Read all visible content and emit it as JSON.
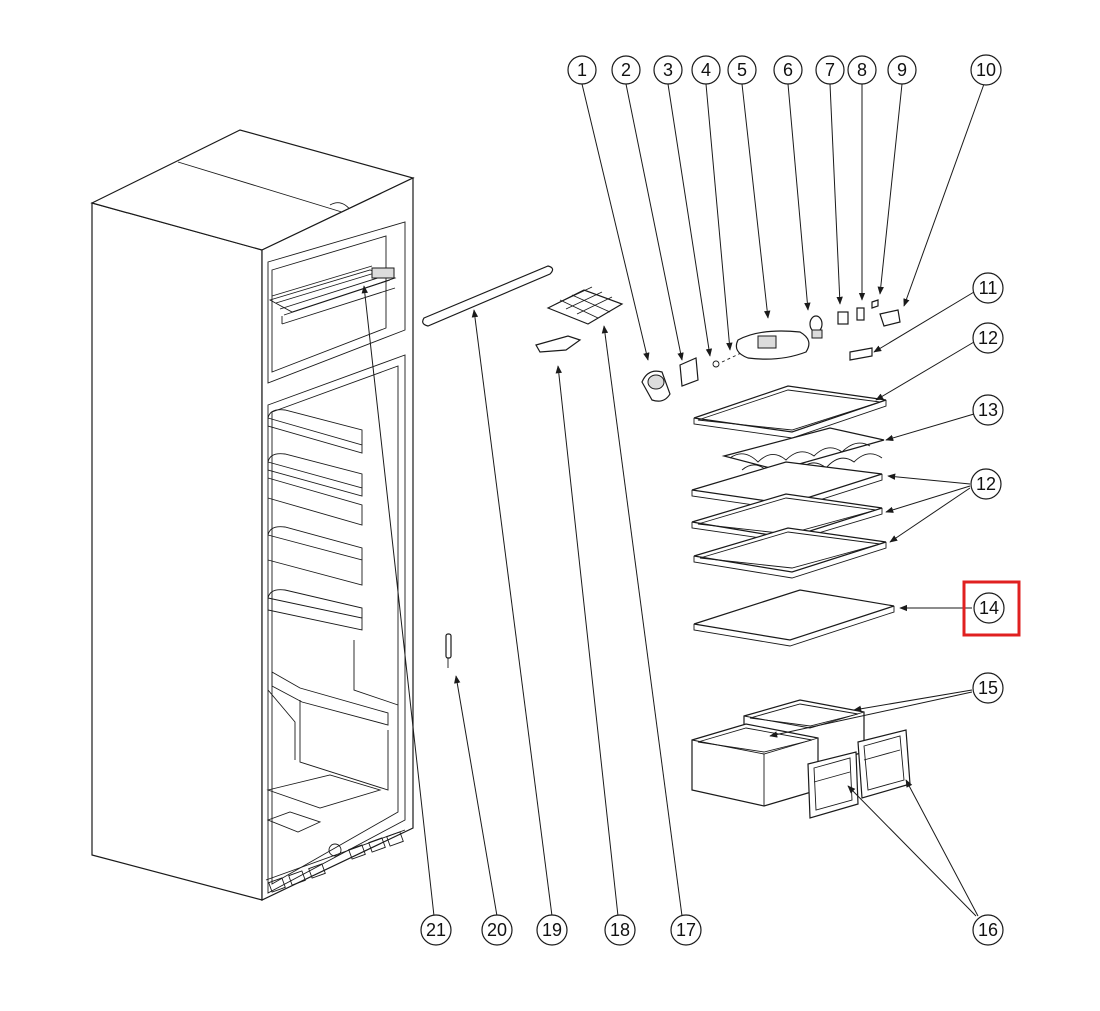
{
  "diagram": {
    "highlight_color": "#e02020",
    "line_color": "#1a1a1a",
    "highlighted_callout": "14",
    "callouts": [
      {
        "id": "c1",
        "label": "1"
      },
      {
        "id": "c2",
        "label": "2"
      },
      {
        "id": "c3",
        "label": "3"
      },
      {
        "id": "c4",
        "label": "4"
      },
      {
        "id": "c5",
        "label": "5"
      },
      {
        "id": "c6",
        "label": "6"
      },
      {
        "id": "c7",
        "label": "7"
      },
      {
        "id": "c8",
        "label": "8"
      },
      {
        "id": "c9",
        "label": "9"
      },
      {
        "id": "c10",
        "label": "10"
      },
      {
        "id": "c11",
        "label": "11"
      },
      {
        "id": "c12a",
        "label": "12"
      },
      {
        "id": "c13",
        "label": "13"
      },
      {
        "id": "c12b",
        "label": "12"
      },
      {
        "id": "c14",
        "label": "14"
      },
      {
        "id": "c15",
        "label": "15"
      },
      {
        "id": "c16",
        "label": "16"
      },
      {
        "id": "c17",
        "label": "17"
      },
      {
        "id": "c18",
        "label": "18"
      },
      {
        "id": "c19",
        "label": "19"
      },
      {
        "id": "c20",
        "label": "20"
      },
      {
        "id": "c21",
        "label": "21"
      }
    ]
  }
}
